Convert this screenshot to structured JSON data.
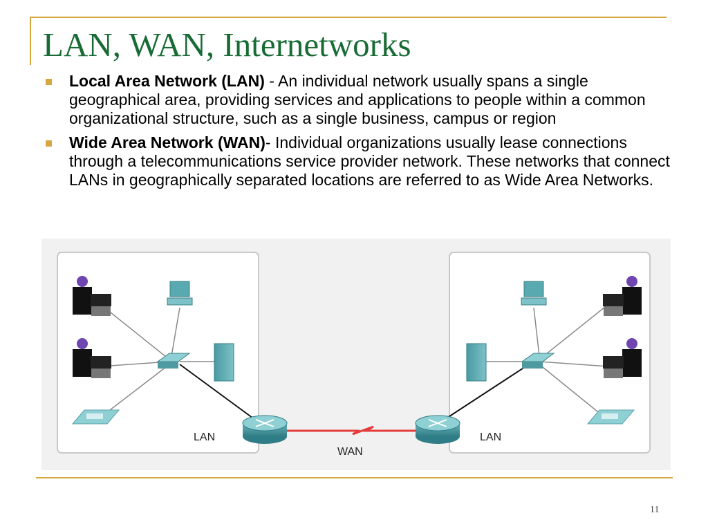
{
  "slide": {
    "title": "LAN, WAN, Internetworks",
    "page_number": "11",
    "accent_color": "#d6a640",
    "title_color": "#196b36"
  },
  "bullets": [
    {
      "lead": "Local Area Network (LAN)",
      "text": " - An individual network usually spans a single geographical area, providing services and applications to people within a common organizational structure, such as a single business, campus or region"
    },
    {
      "lead": "Wide Area Network (WAN)",
      "text": "- Individual organizations usually lease connections through a telecommunications service provider network. These networks that connect LANs in geographically separated locations are referred to as Wide Area Networks."
    }
  ],
  "diagram": {
    "left_lan_label": "LAN",
    "right_lan_label": "LAN",
    "wan_label": "WAN",
    "wan_link_color": "#e53b3b"
  }
}
